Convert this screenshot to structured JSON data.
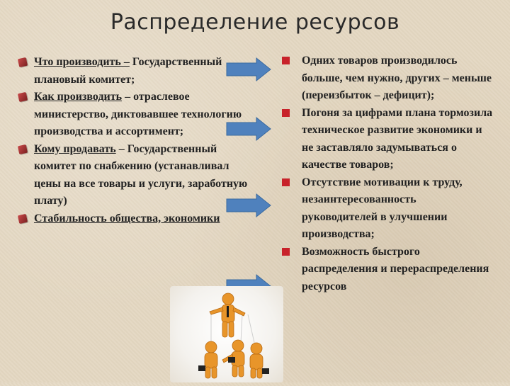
{
  "title": "Распределение ресурсов",
  "left": {
    "items": [
      {
        "underlined": "Что производить –",
        "rest": " Государственный плановый комитет;"
      },
      {
        "underlined": "Как производить",
        "rest": " – отраслевое министерство, диктовавшее технологию производства и ассортимент;"
      },
      {
        "underlined": "Кому продавать",
        "rest": " – Государственный комитет по снабжению (устанавливал цены на все товары и услуги, заработную плату)"
      },
      {
        "underlined": "Стабильность общества, экономики",
        "rest": ""
      }
    ]
  },
  "right": {
    "items": [
      "Одних товаров производилось больше, чем нужно, других – меньше (переизбыток – дефицит);",
      " Погоня за цифрами плана тормозила техническое развитие экономики и не заставляло задумываться о качестве товаров;",
      "Отсутствие мотивации к труду, незаинтересованность руководителей в улучшении производства;",
      " Возможность быстрого распределения и перераспределения ресурсов"
    ]
  },
  "colors": {
    "arrow": "#4f81bd",
    "bullet_right": "#c8222a",
    "bullet_left": "#a83232",
    "background": "#e4d8c3"
  },
  "illustration": "puppeteer-figures-icon"
}
